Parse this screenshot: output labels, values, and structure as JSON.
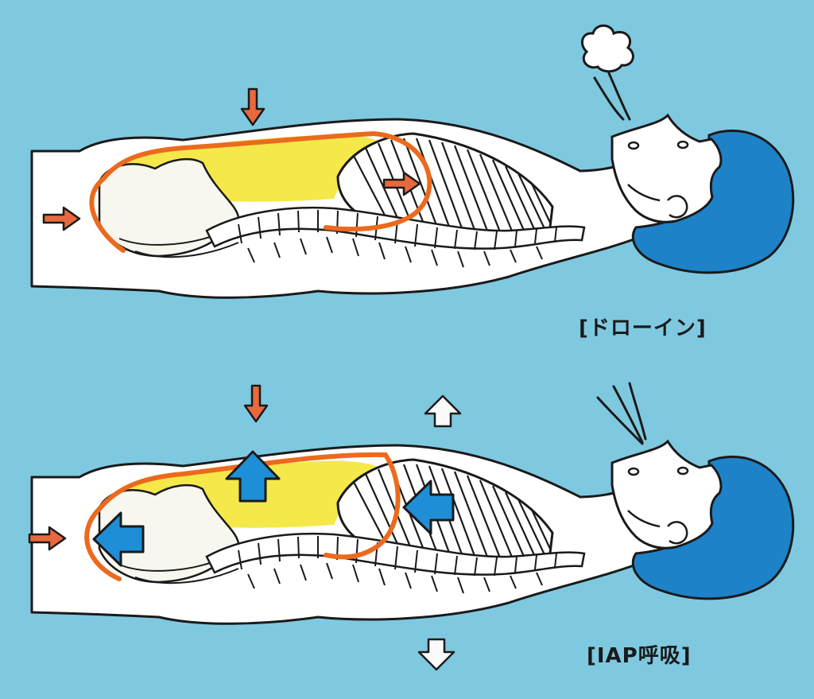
{
  "panels": [
    {
      "id": "drawin",
      "label": "[ドローイン]"
    },
    {
      "id": "iap",
      "label": "[IAP呼吸]"
    }
  ],
  "colors": {
    "background": "#7fc9e0",
    "body": "#ffffff",
    "organ": "#f7f7ef",
    "abdomen": "#f5e84a",
    "hair": "#1d82c8",
    "outline": "#1a1a1a",
    "core_line": "#eb6a1e",
    "pressure_arrow_small": "#e8693e",
    "pressure_arrow_large": "#1e8fd6",
    "breath_arrow": "#fafafa"
  },
  "icons": {
    "pressure_small": "orange-arrow-icon",
    "pressure_large": "blue-arrow-icon",
    "expansion": "white-arrow-icon",
    "exhale": "breath-cloud-icon",
    "inhale": "breath-stroke-icon"
  }
}
